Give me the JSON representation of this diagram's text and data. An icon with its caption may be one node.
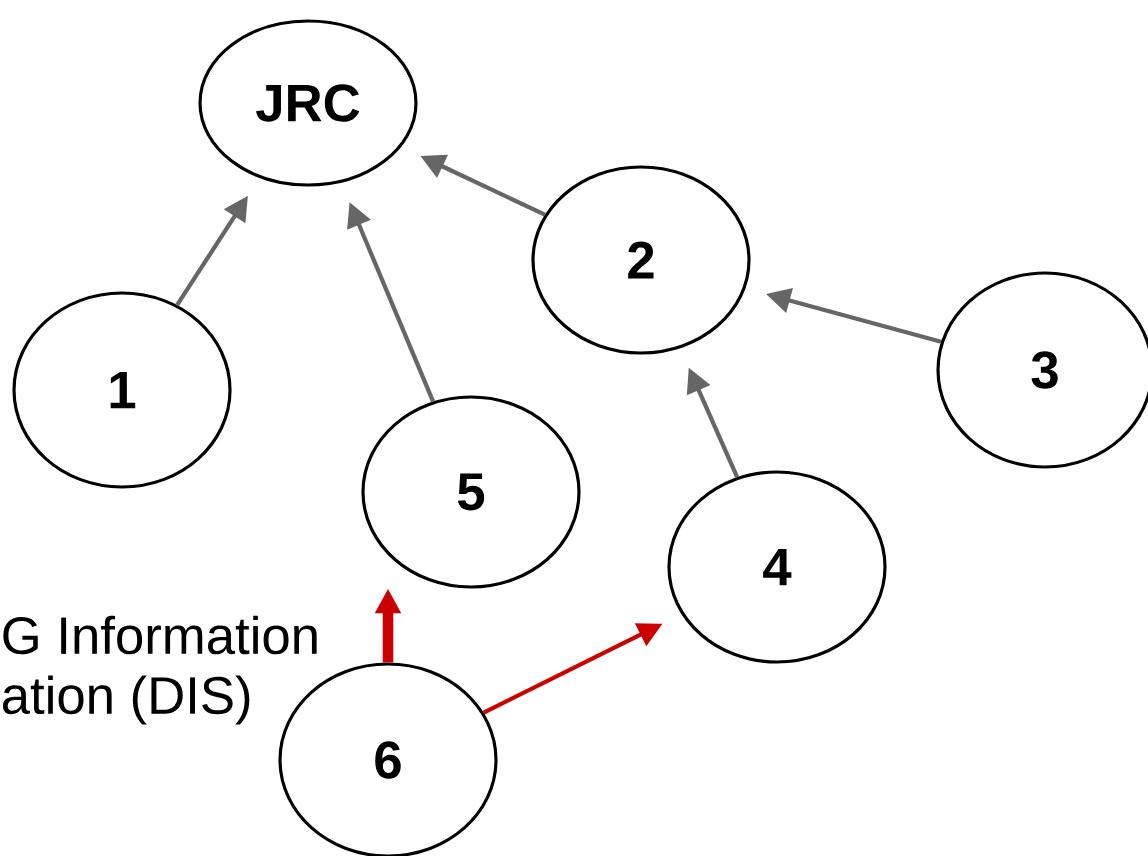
{
  "diagram": {
    "nodes": [
      {
        "text": [
          "JRC"
        ]
      },
      {
        "text": [
          "1"
        ]
      },
      {
        "text": [
          "2"
        ]
      },
      {
        "text": [
          "3"
        ]
      },
      {
        "text": [
          "5"
        ]
      },
      {
        "text": [
          "4"
        ]
      },
      {
        "text": [
          "6"
        ]
      }
    ],
    "edges": [
      {
        "from": 1,
        "to": 0,
        "arrow": "to"
      },
      {
        "from": 4,
        "to": 0,
        "arrow": "to"
      },
      {
        "from": 2,
        "to": 0,
        "arrow": "to"
      },
      {
        "from": 3,
        "to": 2,
        "arrow": "to"
      },
      {
        "from": 5,
        "to": 2,
        "arrow": "to"
      },
      {
        "from": 6,
        "to": 4,
        "arrow": "to",
        "style": "thick",
        "color": "#cc0000"
      },
      {
        "from": 6,
        "to": 5,
        "arrow": "to",
        "color": "#cc0000"
      }
    ],
    "labels": [
      "G Information",
      "ation (DIS)"
    ]
  }
}
